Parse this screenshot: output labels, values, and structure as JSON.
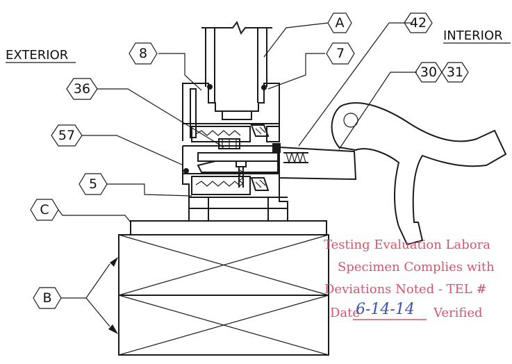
{
  "labels": {
    "exterior": "EXTERIOR",
    "interior": "INTERIOR"
  },
  "callouts": {
    "A": "A",
    "B": "B",
    "C": "C",
    "n5": "5",
    "n7": "7",
    "n8": "8",
    "n30": "30",
    "n31": "31",
    "n36": "36",
    "n42": "42",
    "n57": "57"
  },
  "stamp": {
    "line1": "Testing Evaluation Labora",
    "line2": "Specimen Complies with",
    "line3": "Deviations Noted - TEL #",
    "line4_prefix": "Date",
    "line4_date": "6-14-14",
    "line4_suffix": "Verified"
  },
  "colors": {
    "ink": "#1a1a1a",
    "stamp": "#e0506a",
    "signature": "#3a52b0"
  }
}
